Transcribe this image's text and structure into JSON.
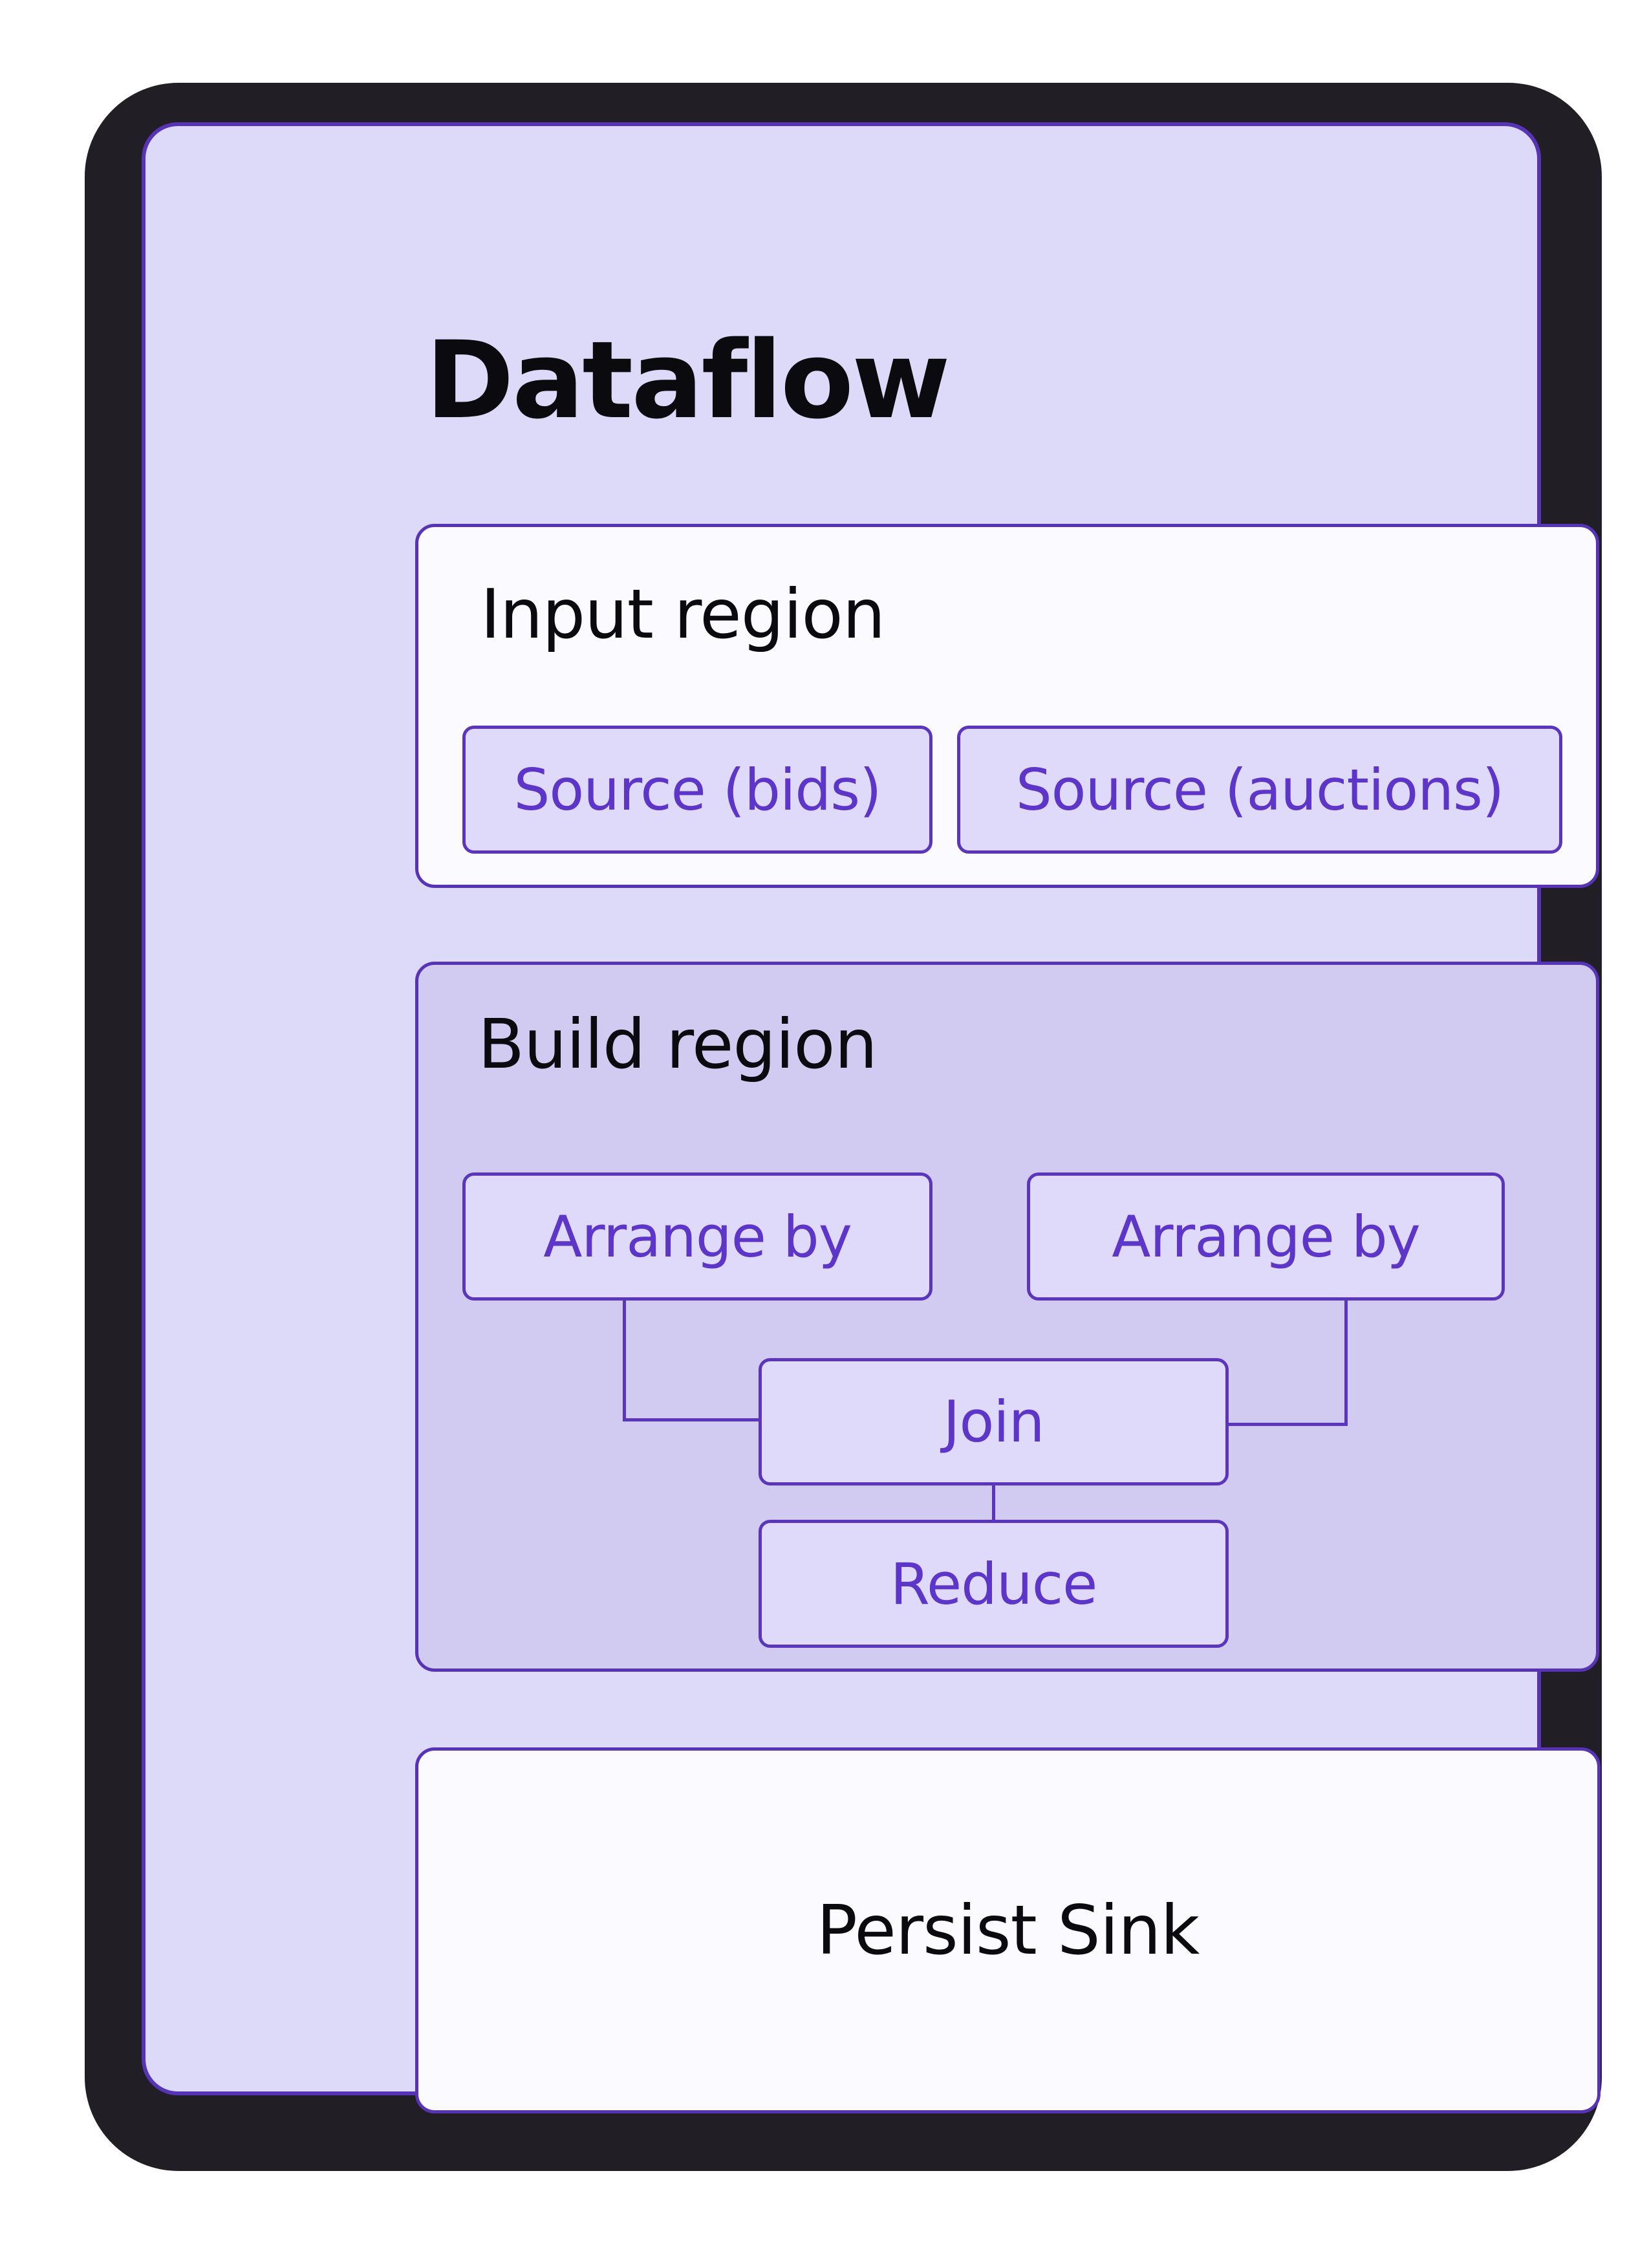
{
  "diagram": {
    "title": "Dataflow",
    "regions": {
      "input": {
        "label": "Input region",
        "nodes": [
          {
            "label": "Source (bids)"
          },
          {
            "label": "Source (auctions)"
          }
        ]
      },
      "build": {
        "label": "Build region",
        "nodes": [
          {
            "label": "Arrange by"
          },
          {
            "label": "Arrange by"
          },
          {
            "label": "Join"
          },
          {
            "label": "Reduce"
          }
        ]
      },
      "sink": {
        "label": "Persist Sink"
      }
    }
  },
  "colors": {
    "page_background": "#FFFFFF",
    "frame": "#221E25",
    "panel_background": "#DDD9F8",
    "build_region_background": "#D2CBF1",
    "card_background": "#FBFAFF",
    "node_background": "#DFDAF9",
    "border_purple": "#5733B6",
    "node_text_purple": "#5D35C8",
    "heading_text": "#0B0A0E"
  }
}
